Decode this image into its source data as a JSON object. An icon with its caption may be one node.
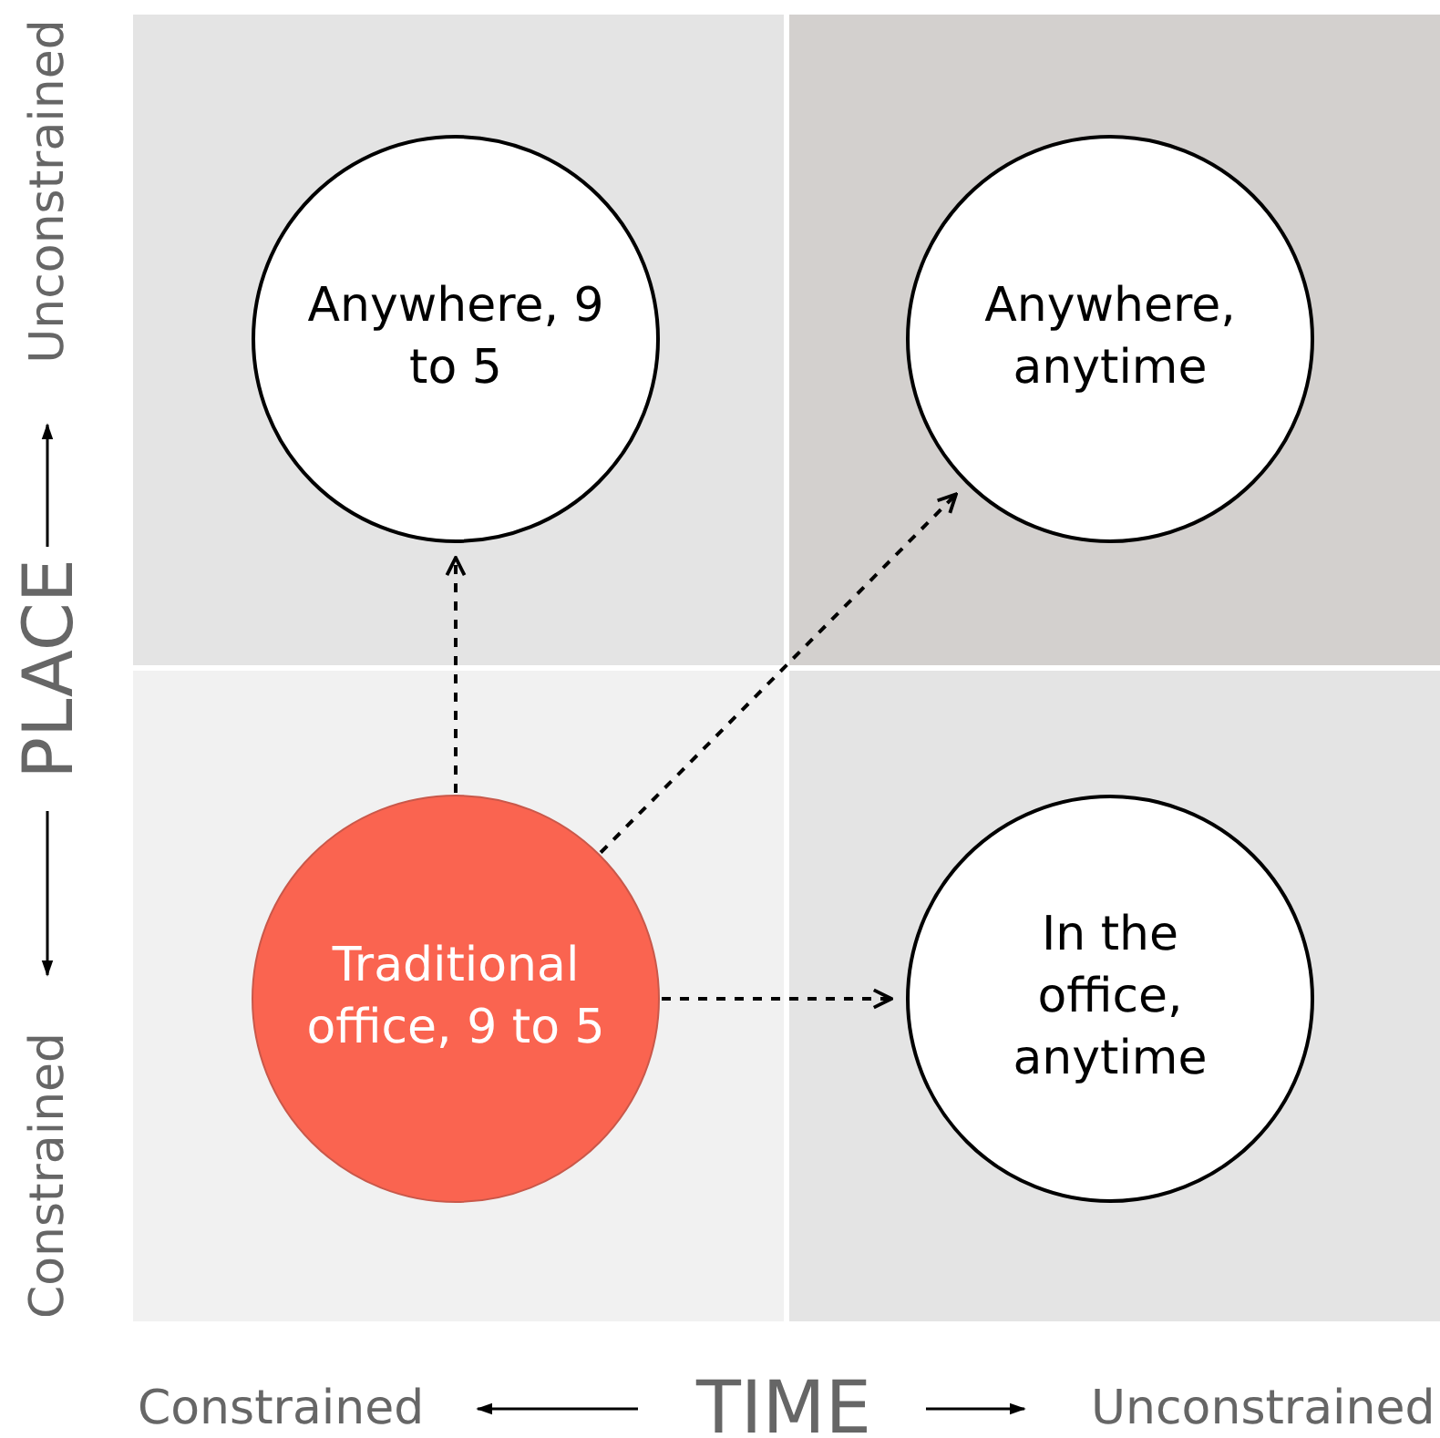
{
  "diagram": {
    "nodes": [
      {
        "text": [
          "Anywhere, 9 to 5"
        ]
      },
      {
        "text": [
          "Anywhere, anytime"
        ]
      },
      {
        "text": [
          "Traditional office, 9 to 5"
        ]
      },
      {
        "text": [
          "In the office, anytime"
        ]
      }
    ],
    "edges": [
      {
        "from": 2,
        "to": 0,
        "arrow": "to",
        "style": "dashed"
      },
      {
        "from": 2,
        "to": 1,
        "arrow": "to",
        "style": "dashed"
      },
      {
        "from": 2,
        "to": 3,
        "arrow": "to",
        "style": "dashed"
      }
    ],
    "labels": [
      "Unconstrained",
      "PLACE",
      "Constrained",
      "Constrained",
      "TIME",
      "Unconstrained"
    ]
  }
}
